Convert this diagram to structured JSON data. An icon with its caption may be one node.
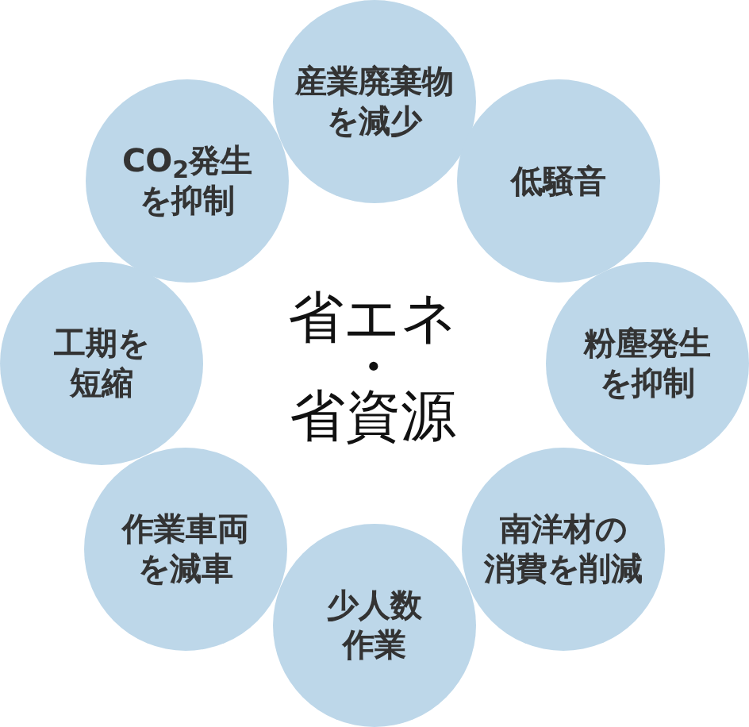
{
  "diagram": {
    "nodes": [
      {
        "text": [
          "産業廃棄物を減少"
        ]
      },
      {
        "text": [
          "低騒音"
        ]
      },
      {
        "text": [
          "粉塵発生を抑制"
        ]
      },
      {
        "text": [
          "南洋材の消費を削減"
        ]
      },
      {
        "text": [
          "少人数作業"
        ]
      },
      {
        "text": [
          "作業車両を減車"
        ]
      },
      {
        "text": [
          "工期を短縮"
        ]
      },
      {
        "text": [
          "CO$_{2}$発生を抑制"
        ]
      }
    ],
    "labels": [
      "省エネ・省資源"
    ]
  }
}
